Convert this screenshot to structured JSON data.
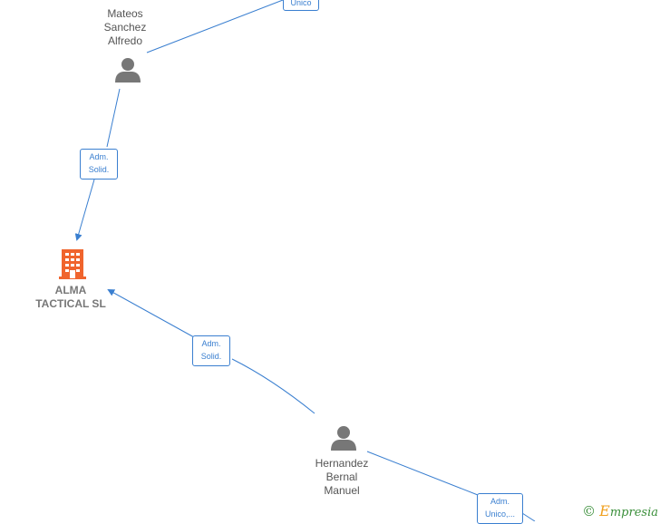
{
  "nodes": {
    "mateos": {
      "label": "Mateos\nSanchez\nAlfredo",
      "icon": "person-icon"
    },
    "hernandez": {
      "label": "Hernandez\nBernal\nManuel",
      "icon": "person-icon"
    },
    "company": {
      "label": "ALMA\nTACTICAL  SL",
      "icon": "building-icon"
    }
  },
  "edges": {
    "top_partial": {
      "label": "Unico"
    },
    "mateos_company": {
      "label": "Adm.\nSolid."
    },
    "hernandez_company": {
      "label": "Adm.\nSolid."
    },
    "hernandez_partial": {
      "label": "Adm.\nUnico,..."
    }
  },
  "brand": {
    "copyright": "©",
    "initial": "E",
    "rest": "mpresia"
  },
  "colors": {
    "edge": "#3a7fd0",
    "person": "#777777",
    "company": "#f0642d"
  }
}
